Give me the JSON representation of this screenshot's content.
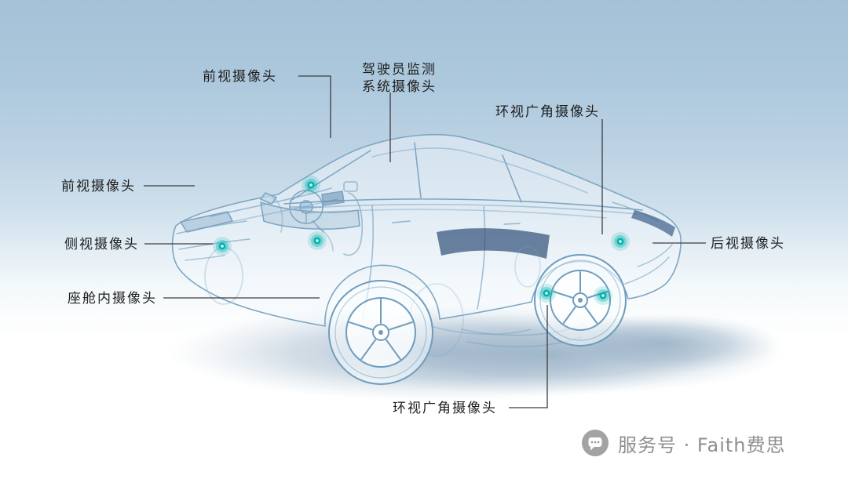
{
  "labels": {
    "front_top": "前视摄像头",
    "dms_line1": "驾驶员监测",
    "dms_line2": "系统摄像头",
    "surround_top": "环视广角摄像头",
    "front_left": "前视摄像头",
    "side": "侧视摄像头",
    "cabin": "座舱内摄像头",
    "rear": "后视摄像头",
    "surround_bottom": "环视广角摄像头"
  },
  "watermark": {
    "text": "服务号 · Faith费思"
  },
  "colors": {
    "accent_camera": "#00b3ae",
    "line_art": "#7ea6c3",
    "leader_line": "#3d3d3d",
    "sky_top": "#a3c1d8",
    "ground": "#ffffff",
    "watermark_gray": "#8f8f8f"
  }
}
